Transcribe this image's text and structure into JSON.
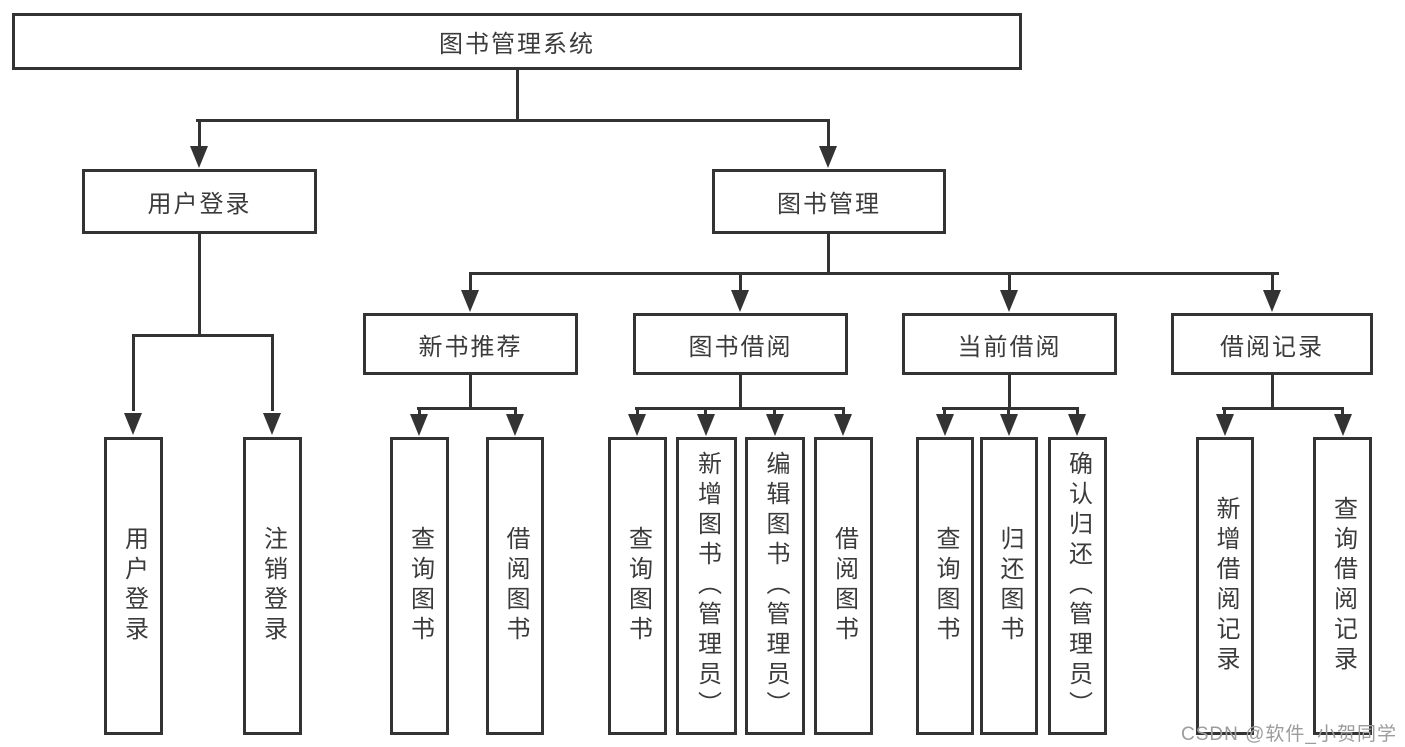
{
  "colors": {
    "line": "#333333",
    "text": "#3b3b3b",
    "watermark": "#9c9c9c",
    "bg": "#ffffff"
  },
  "watermark": "CSDN @软件_小贺同学",
  "tree": {
    "root": "图书管理系统",
    "level2": [
      {
        "id": "user-login",
        "label": "用户登录"
      },
      {
        "id": "book-management",
        "label": "图书管理"
      }
    ],
    "level3": [
      {
        "id": "new-book-recommend",
        "label": "新书推荐"
      },
      {
        "id": "book-borrowing",
        "label": "图书借阅"
      },
      {
        "id": "current-borrowing",
        "label": "当前借阅"
      },
      {
        "id": "borrowing-records",
        "label": "借阅记录"
      }
    ],
    "leaves": {
      "user": [
        "用户登录",
        "注销登录"
      ],
      "recommend": [
        "查询图书",
        "借阅图书"
      ],
      "borrow": [
        "查询图书",
        "新增图书（管理员）",
        "编辑图书（管理员）",
        "借阅图书"
      ],
      "current": [
        "查询图书",
        "归还图书",
        "确认归还（管理员）"
      ],
      "records": [
        "新增借阅记录",
        "查询借阅记录"
      ]
    }
  }
}
